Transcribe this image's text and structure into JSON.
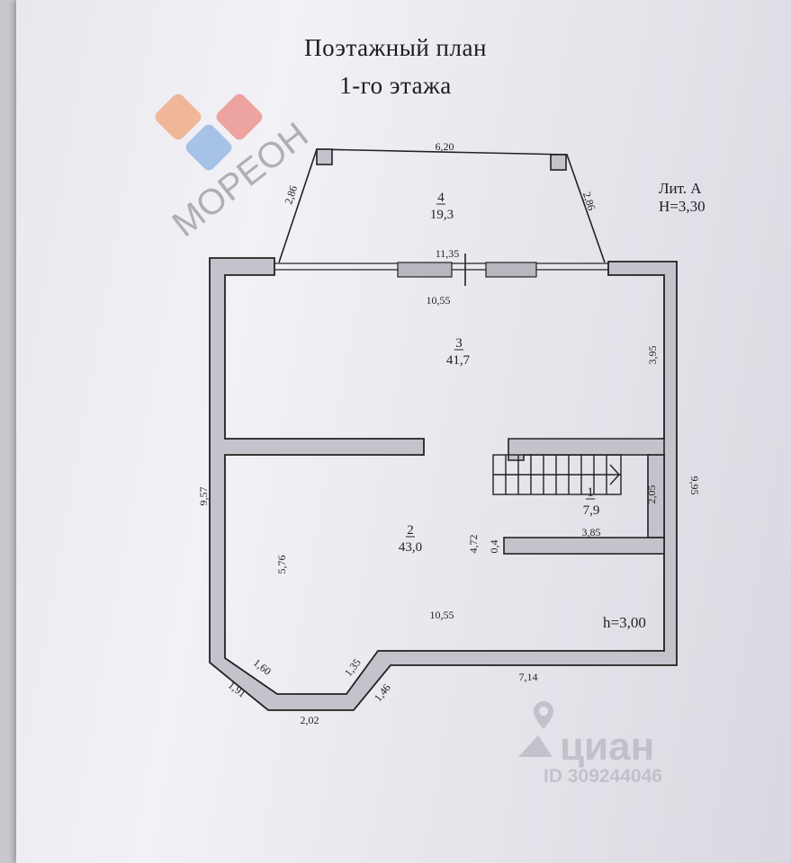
{
  "title": {
    "line1": "Поэтажный план",
    "line2": "1-го этажа"
  },
  "lit": {
    "name": "Лит. А",
    "height": "Н=3,30"
  },
  "ceiling": "h=3,00",
  "rooms": [
    {
      "num": "4",
      "area": "19,3"
    },
    {
      "num": "3",
      "area": "41,7"
    },
    {
      "num": "2",
      "area": "43,0"
    },
    {
      "num": "1",
      "area": "7,9"
    }
  ],
  "dims": {
    "terrace_top": "6,20",
    "terrace_left": "2,86",
    "terrace_right": "2,86",
    "front": "11,35",
    "room3_width": "10,55",
    "room3_height": "3,95",
    "left_total": "9,57",
    "right_total": "9,95",
    "room2_height": "5,76",
    "partition": "4,72",
    "stair_wall": "0,4",
    "room1_width": "3,85",
    "room1_height": "2,05",
    "room2_width": "10,55",
    "bottom_right": "7,14",
    "bay_a": "1,60",
    "bay_b": "1,35",
    "bay_c": "1,91",
    "bay_d": "1,46",
    "bay_bottom": "2,02"
  },
  "watermarks": {
    "moreon": "МОРЕОН",
    "cian": "циан",
    "cian_id": "ID 309244046"
  },
  "colors": {
    "wall_fill": "#c4c3cb",
    "wall_stroke": "#222222",
    "moreon_orange": "#f0a57a",
    "moreon_red": "#ec8a84",
    "moreon_blue": "#8fb4e3"
  }
}
